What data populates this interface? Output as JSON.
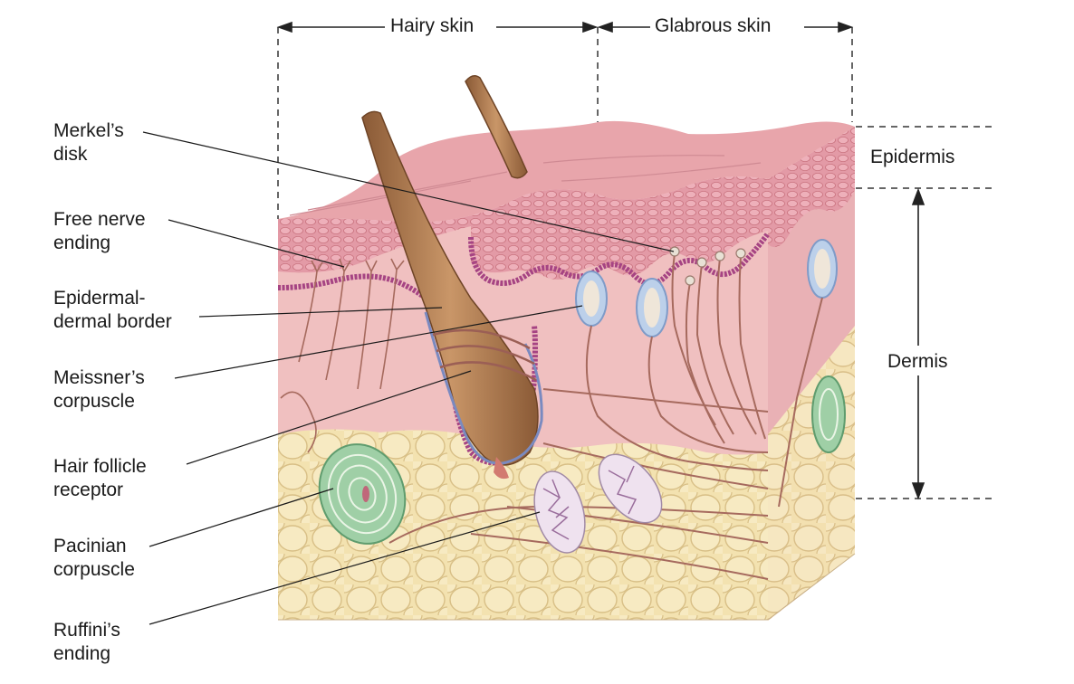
{
  "header": {
    "hairy_skin": "Hairy skin",
    "glabrous_skin": "Glabrous skin"
  },
  "layers": {
    "epidermis": "Epidermis",
    "dermis": "Dermis"
  },
  "labels": {
    "merkel": [
      "Merkel’s",
      "disk"
    ],
    "free_nerve": [
      "Free nerve",
      "ending"
    ],
    "epidermal_border": [
      "Epidermal-",
      "dermal border"
    ],
    "meissner": [
      "Meissner’s",
      "corpuscle"
    ],
    "hair_follicle": [
      "Hair follicle",
      "receptor"
    ],
    "pacinian": [
      "Pacinian",
      "corpuscle"
    ],
    "ruffini": [
      "Ruffini’s",
      "ending"
    ]
  },
  "colors": {
    "skin_pink": "#eeb8ba",
    "epidermis_top": "#e7a2a8",
    "border_magenta": "#b04a8a",
    "fat_yellow": "#f3e2b0",
    "hair_brown": "#b8835a",
    "nerve": "#b87a6c",
    "pacinian_green": "#8cc49a",
    "meissner_blue": "#9fb8d8"
  }
}
